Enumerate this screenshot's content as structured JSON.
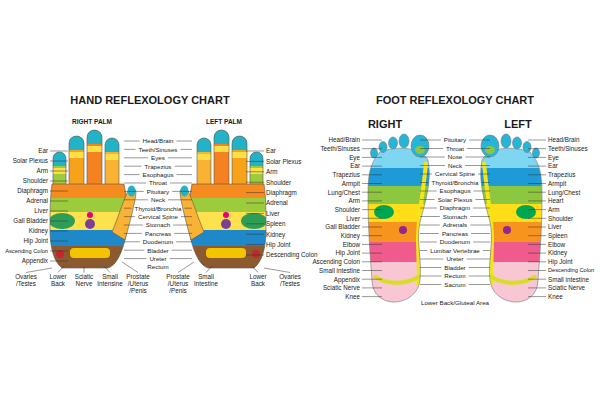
{
  "diagram": {
    "labels": [
      "HAND REFLEXOLOGY CHART",
      "RIGHT PALM",
      "LEFT PALM",
      "Ear",
      "Solar Plexus",
      "Arm",
      "Shoulder",
      "Diaphragm",
      "Adrenal",
      "Liver",
      "Gall Bladder",
      "Kidney",
      "Hip Joint",
      "Ascending Colon",
      "Appendix",
      "Head/Brain",
      "Teeth/Sinuses",
      "Eyes",
      "Trapezius",
      "Esophagus",
      "Throat",
      "Pituitary",
      "Neck",
      "Thyroid/Bronchia",
      "Cervical Spine",
      "Stomach",
      "Pancreas",
      "Duodenum",
      "Bladder",
      "Ureter",
      "Rectum",
      "Ear",
      "Solar Plexus",
      "Arm",
      "Shoulder",
      "Diaphragm",
      "Adrenal",
      "Liver",
      "Spleen",
      "Kidney",
      "Hip Joint",
      "Descending Colon",
      "Ovaries /Testes",
      "Lower Back",
      "Sciatic Nerve",
      "Small Intensine",
      "Prostate /Uterus /Penis",
      "Prostate /Uterus /Penis",
      "Small Intestine",
      "Lower Back",
      "Ovaries /Testes",
      "FOOT REFLEXOLOGY CHART",
      "RIGHT",
      "LEFT",
      "Head/Brain",
      "Teeth/Sinuses",
      "Eye",
      "Ear",
      "Trapezius",
      "Armpit",
      "Lung/Chest",
      "Arm",
      "Shoulder",
      "Liver",
      "Gall Bladder",
      "Kidney",
      "Elbow",
      "Hip Joint",
      "Ascending Colon",
      "Small intestine",
      "Appendix",
      "Sciatic Nerve",
      "Knee",
      "Pituitary",
      "Throat",
      "Nose",
      "Neck",
      "Cervical Spine",
      "Thyroid/Bronchia",
      "Esophagus",
      "Solar Plexus",
      "Diaphragm",
      "Stomach",
      "Adrenals",
      "Pancreas",
      "Duodenum",
      "Lumbar Vertebrae",
      "Ureter",
      "Bladder",
      "Rectum",
      "Sacrum",
      "Lower Back/Gluteal Area",
      "Head/Brain",
      "Teeth/Sinuses",
      "Eye",
      "Ear",
      "Trapezius",
      "Armpit",
      "Lung/Chest",
      "Heart",
      "Arm",
      "Shoulder",
      "Liver",
      "Spleen",
      "Elbow",
      "Kidney",
      "Hip Joint",
      "Descending Colon",
      "Small intestine",
      "Sciatic Nerve",
      "Knee"
    ]
  }
}
